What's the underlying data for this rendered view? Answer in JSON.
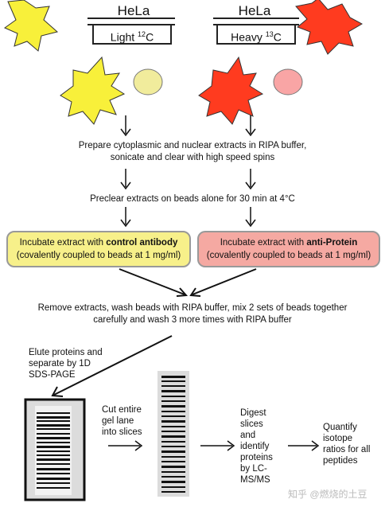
{
  "left": {
    "title": "HeLa",
    "label_prefix": "Light ",
    "label_sup": "12",
    "label_suffix": "C",
    "cell_color": "#f8f03a",
    "nucleus_color": "#f1ec9c"
  },
  "right": {
    "title": "HeLa",
    "label_prefix": "Heavy ",
    "label_sup": "13",
    "label_suffix": "C",
    "cell_color": "#ff3b1f",
    "nucleus_color": "#f9a5a5"
  },
  "steps": {
    "prepare_line1": "Prepare cytoplasmic and nuclear extracts in RIPA buffer,",
    "prepare_line2": "sonicate and clear with high speed spins",
    "preclear": "Preclear extracts on beads alone for 30 min at 4°C",
    "remove_line1": "Remove extracts, wash beads with RIPA buffer, mix 2 sets of beads together",
    "remove_line2": "carefully and wash 3 more times with RIPA buffer"
  },
  "incubate_left": {
    "pre": "Incubate extract with ",
    "bold": "control antibody",
    "line2": "(covalently coupled to beads at 1 mg/ml)",
    "bg": "#f7f08a"
  },
  "incubate_right": {
    "pre": "Incubate extract with ",
    "bold": "anti-Protein",
    "line2": "(covalently coupled to beads at 1 mg/ml)",
    "bg": "#f5a9a2"
  },
  "workflow": {
    "elute_line1": "Elute proteins and",
    "elute_line2": "separate by 1D",
    "elute_line3": "SDS-PAGE",
    "cut_line1": "Cut entire",
    "cut_line2": "gel lane",
    "cut_line3": "into slices",
    "digest_line1": "Digest",
    "digest_line2": "slices",
    "digest_line3": "and",
    "digest_line4": "identify",
    "digest_line5": "proteins",
    "digest_line6": "by LC-",
    "digest_line7": "MS/MS",
    "quant_line1": "Quantify",
    "quant_line2": "isotope",
    "quant_line3": "ratios for all",
    "quant_line4": "peptides"
  },
  "watermark": "知乎 @燃烧的土豆"
}
